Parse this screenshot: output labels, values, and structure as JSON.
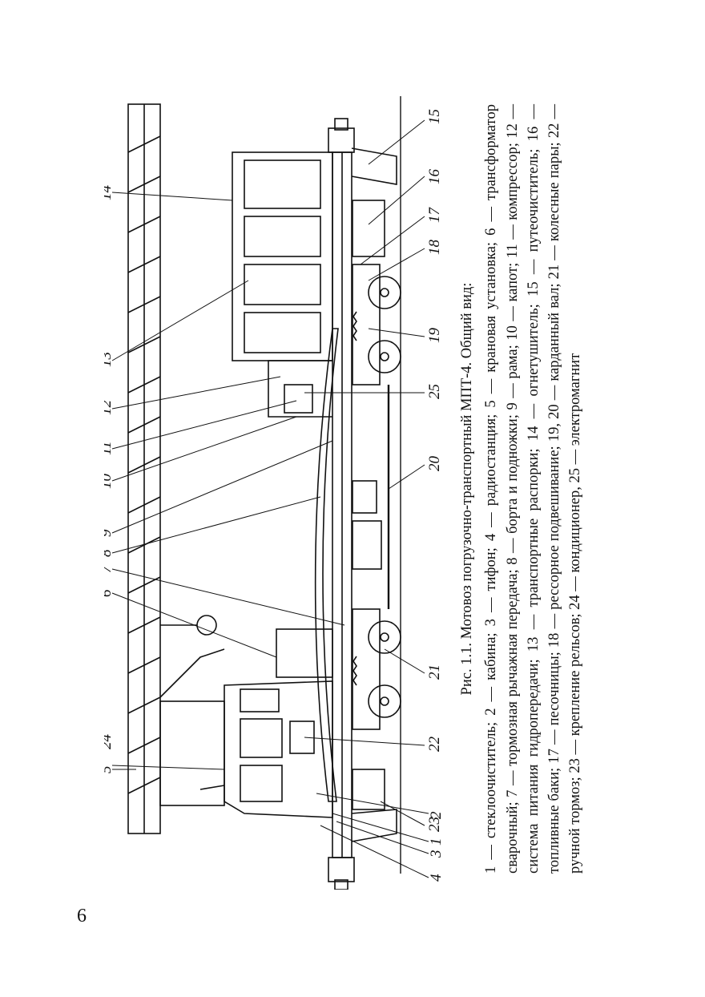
{
  "page_number": "6",
  "caption": {
    "title": "Рис. 1.1. Мотовоз погрузочно-транспортный МПТ-4. Общий вид:",
    "text": "1 — стеклоочиститель; 2 — кабина; 3 — тифон; 4 — радиостанция; 5 — крановая установка; 6 — трансформатор сварочный; 7 — тормозная рычажная передача; 8 — борта и подножки; 9 — рама; 10 — капот; 11 — компрессор; 12 — система питания гидропередачи; 13 — транспортные распорки; 14 — огнетушитель; 15 — путеочиститель; 16 — топливные баки; 17 — песочницы; 18 — рессорное подвешивание; 19, 20 — карданный вал; 21 — колесные пары; 22 — ручной тормоз; 23 — крепление рельсов; 24 — кондиционер, 25 — электромагнит"
  },
  "figure": {
    "callouts": [
      "1",
      "2",
      "3",
      "4",
      "5",
      "6",
      "7",
      "8",
      "9",
      "10",
      "11",
      "12",
      "13",
      "14",
      "15",
      "16",
      "17",
      "18",
      "19",
      "20",
      "21",
      "22",
      "23",
      "24",
      "25"
    ]
  }
}
